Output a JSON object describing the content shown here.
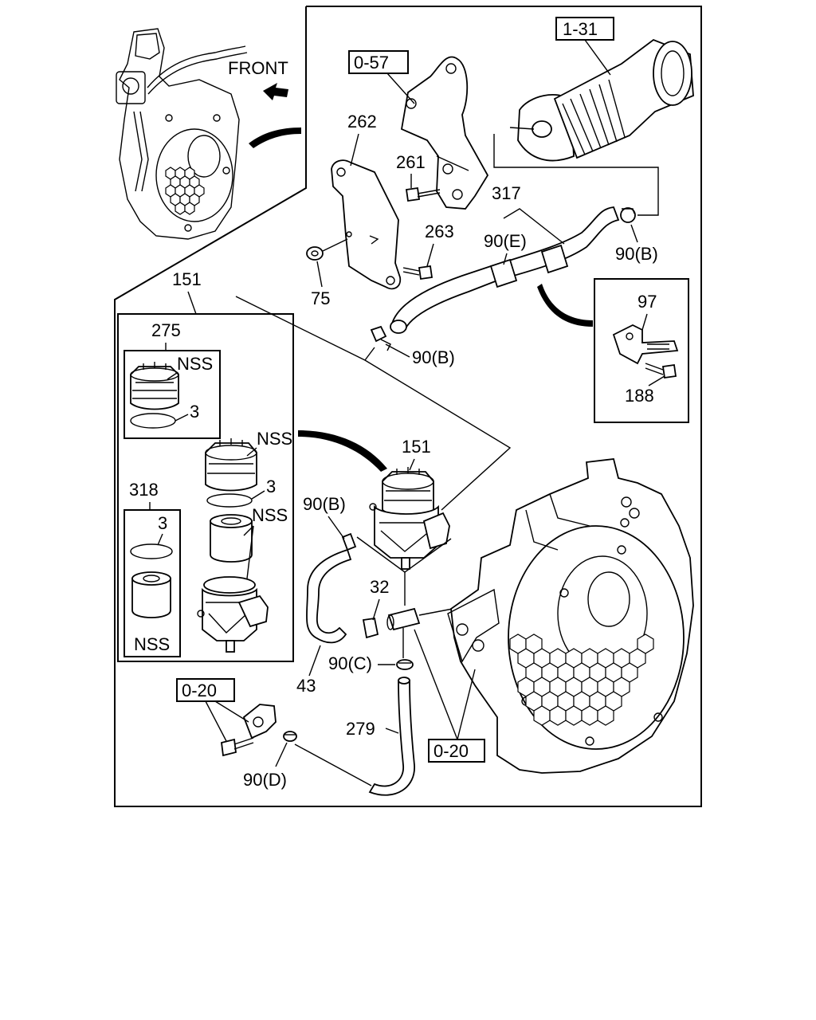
{
  "labels": {
    "front": "FRONT",
    "box_1_31": "1-31",
    "box_0_57": "0-57",
    "box_0_20_left": "0-20",
    "box_0_20_right": "0-20",
    "l262": "262",
    "l261": "261",
    "l263": "263",
    "l75": "75",
    "l317": "317",
    "l90e": "90(E)",
    "l90b_top": "90(B)",
    "l90b_mid": "90(B)",
    "l90b_low": "90(B)",
    "l97": "97",
    "l188": "188",
    "l151_top": "151",
    "l151_mid": "151",
    "l275": "275",
    "nss1": "NSS",
    "l3a": "3",
    "nss2": "NSS",
    "l3b": "3",
    "l318": "318",
    "l3c": "3",
    "nss3": "NSS",
    "nss4": "NSS",
    "l32": "32",
    "l90c": "90(C)",
    "l43": "43",
    "l279": "279",
    "l90d": "90(D)"
  }
}
